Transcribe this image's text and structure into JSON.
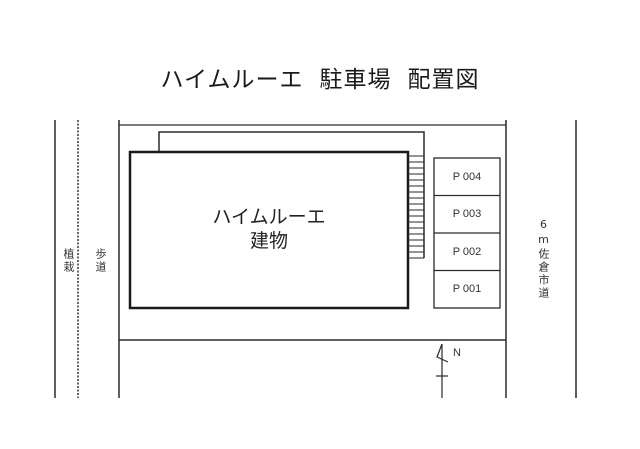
{
  "title": {
    "name": "ハイムルーエ",
    "subject": "駐車場",
    "type": "配置図"
  },
  "building": {
    "name": "ハイムルーエ",
    "label": "建物"
  },
  "left_side": {
    "planting_label": "植栽",
    "sidewalk_label": "歩道"
  },
  "road": {
    "label": "6m佐倉市道"
  },
  "parking": {
    "slots": [
      {
        "label": "P 004"
      },
      {
        "label": "P 003"
      },
      {
        "label": "P 002"
      },
      {
        "label": "P 001"
      }
    ]
  },
  "compass": {
    "label": "N"
  },
  "colors": {
    "line": "#2a2a2a",
    "background": "#ffffff"
  }
}
